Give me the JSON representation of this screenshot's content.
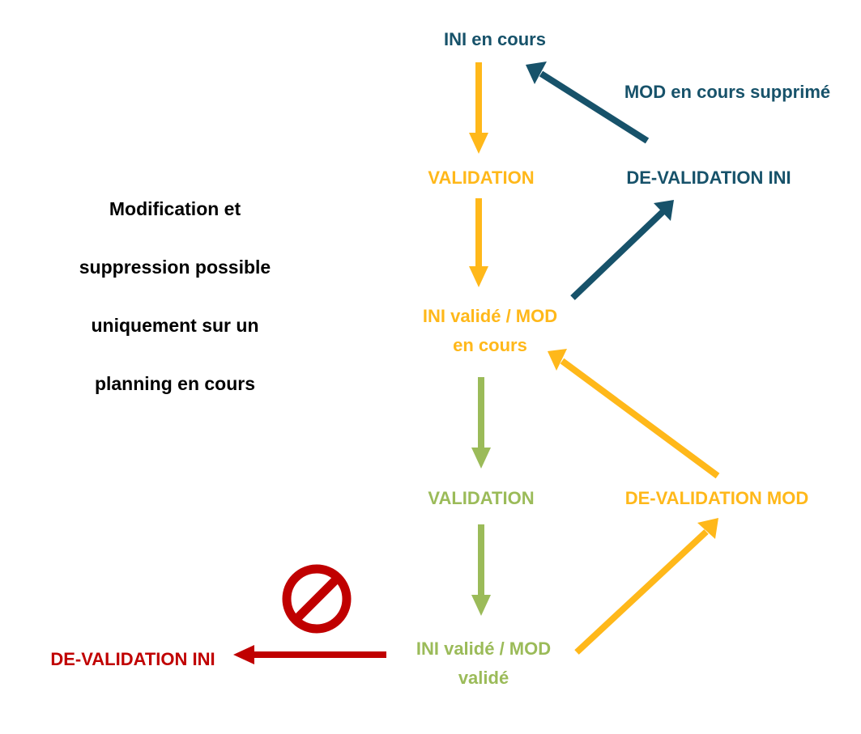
{
  "colors": {
    "teal": "#17526A",
    "orange": "#FFB81A",
    "green": "#9BBB59",
    "red": "#C00000",
    "text": "#000000"
  },
  "labels": {
    "ini_en_cours": "INI en cours",
    "mod_en_cours_supprime": "MOD en cours supprimé",
    "validation_1": "VALIDATION",
    "devalidation_ini_top": "DE-VALIDATION INI",
    "ini_valide_mod_en_cours_line1": "INI validé / MOD",
    "ini_valide_mod_en_cours_line2": "en cours",
    "validation_2": "VALIDATION",
    "devalidation_mod": "DE-VALIDATION MOD",
    "ini_valide_mod_valide_line1": "INI validé / MOD",
    "ini_valide_mod_valide_line2": "validé",
    "devalidation_ini_bottom": "DE-VALIDATION INI"
  },
  "note": {
    "line1": "Modification et",
    "line2": "suppression possible",
    "line3": "uniquement sur un",
    "line4": "planning en cours"
  },
  "icons": {
    "forbidden": "prohibited-icon"
  }
}
